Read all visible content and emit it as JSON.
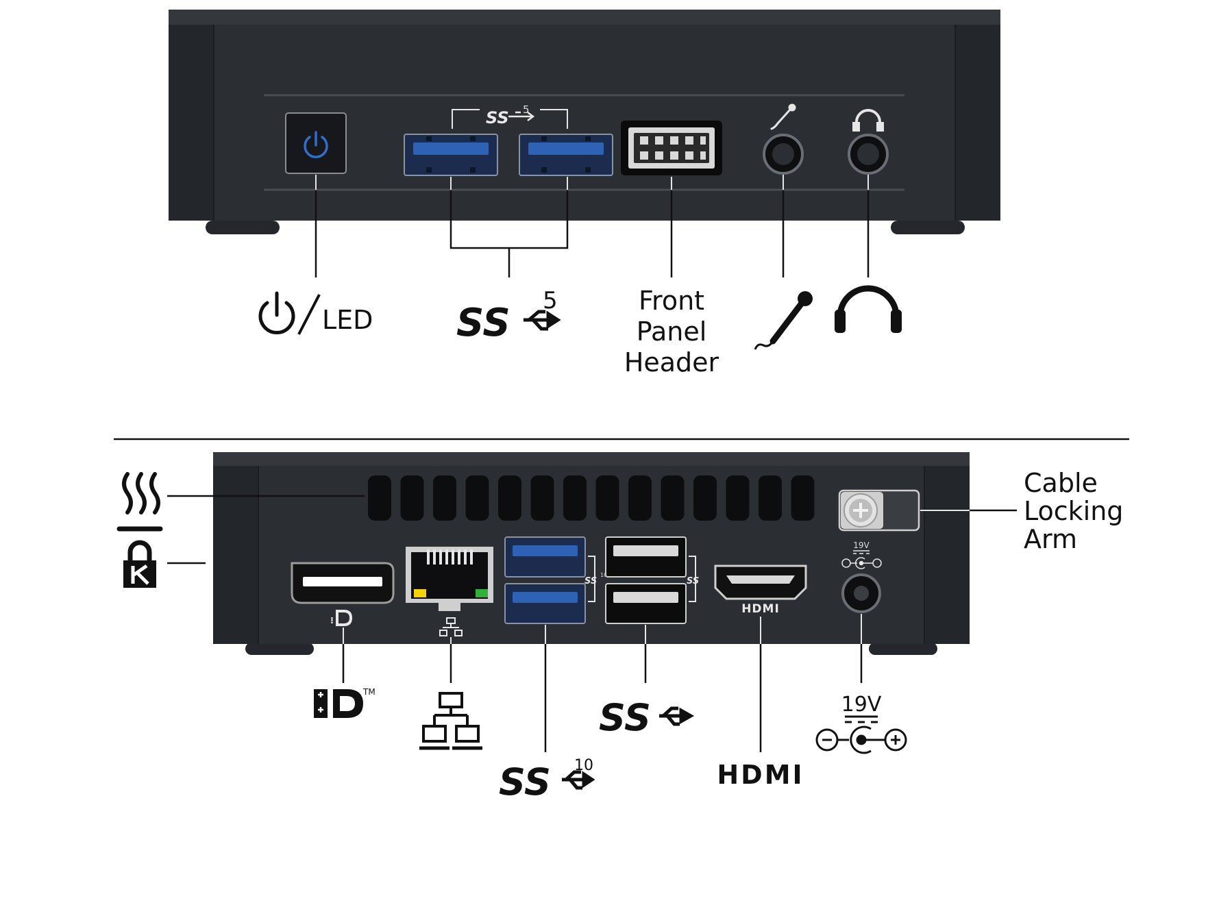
{
  "colors": {
    "chassis": "#2b2e33",
    "chassis_dark": "#1c1e21",
    "usb_blue": "#2e62b5",
    "usb_port_bg": "#1b2c4f",
    "led_blue": "#2e6fd0",
    "led_yellow": "#f4d300",
    "led_green": "#2fb13a",
    "ink": "#111111"
  },
  "front_view": {
    "usb_bracket_label": {
      "ss": "SS",
      "superscript": "5"
    },
    "labels": {
      "power": "LED",
      "usb": {
        "ss": "SS",
        "superscript": "5"
      },
      "front_panel_header": [
        "Front",
        "Panel",
        "Header"
      ]
    },
    "icons": [
      "power-icon",
      "usb-superspeed-icon",
      "microphone-icon",
      "headphones-icon"
    ]
  },
  "rear_view": {
    "port_marks": {
      "usb_left": {
        "ss": "SS",
        "superscript": "10"
      },
      "usb_right": {
        "ss": "SS"
      },
      "hdmi": "HDMI",
      "dc_voltage": "19V"
    },
    "labels": {
      "cable_lock": [
        "Cable",
        "Locking",
        "Arm"
      ],
      "usb_10": {
        "ss": "SS",
        "superscript": "10"
      },
      "usb": {
        "ss": "SS"
      },
      "hdmi": "HDMI",
      "dc_voltage": "19V",
      "displayport_tm": "TM"
    },
    "icons": [
      "heat-vent-icon",
      "kensington-lock-icon",
      "displayport-icon",
      "ethernet-network-icon",
      "dc-polarity-icon"
    ]
  }
}
